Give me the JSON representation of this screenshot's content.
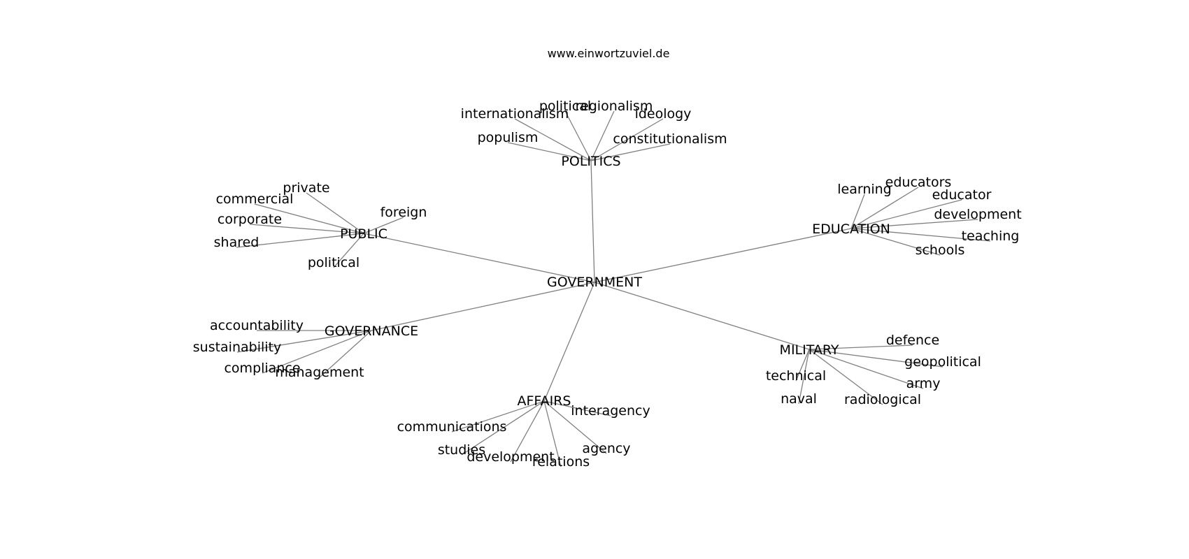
{
  "watermark": "www.einwortzuviel.de",
  "center": "GOVERNMENT",
  "hubs": {
    "politics": "POLITICS",
    "public": "PUBLIC",
    "education": "EDUCATION",
    "governance": "GOVERNANCE",
    "military": "MILITARY",
    "affairs": "AFFAIRS"
  },
  "leaves": {
    "politics": [
      "political",
      "regionalism",
      "internationalism",
      "ideology",
      "populism",
      "constitutionalism"
    ],
    "public": [
      "private",
      "commercial",
      "foreign",
      "corporate",
      "shared",
      "political"
    ],
    "education": [
      "learning",
      "educators",
      "educator",
      "development",
      "teaching",
      "schools"
    ],
    "governance": [
      "accountability",
      "sustainability",
      "compliance",
      "management"
    ],
    "military": [
      "defence",
      "geopolitical",
      "technical",
      "army",
      "naval",
      "radiological"
    ],
    "affairs": [
      "interagency",
      "communications",
      "studies",
      "agency",
      "development",
      "relations"
    ]
  },
  "colors": {
    "edge": "#808080",
    "text": "#000000",
    "background": "#ffffff"
  }
}
